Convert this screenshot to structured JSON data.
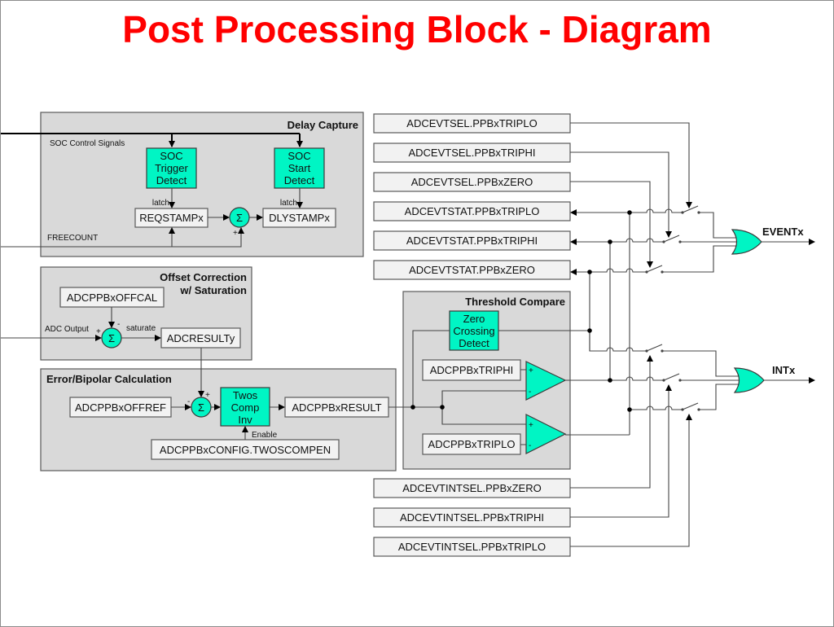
{
  "title": "Post Processing Block - Diagram",
  "delay_capture": {
    "title": "Delay Capture",
    "soc_control_signals": "SOC Control Signals",
    "freecount": "FREECOUNT",
    "soc_trigger_detect": [
      "SOC",
      "Trigger",
      "Detect"
    ],
    "soc_start_detect": [
      "SOC",
      "Start",
      "Detect"
    ],
    "latch": "latch",
    "reqstamp": "REQSTAMPx",
    "dlystamp": "DLYSTAMPx",
    "sigma": "Σ",
    "plus": "+"
  },
  "offset_correction": {
    "title_line1": "Offset Correction",
    "title_line2": "w/ Saturation",
    "offcal": "ADCPPBxOFFCAL",
    "adc_output": "ADC Output",
    "saturate": "saturate",
    "adcresult": "ADCRESULTy",
    "sigma": "Σ",
    "plus": "+",
    "minus": "-"
  },
  "error_bipolar": {
    "title": "Error/Bipolar Calculation",
    "offref": "ADCPPBxOFFREF",
    "sigma": "Σ",
    "plus": "+",
    "minus": "-",
    "twos_comp_inv": [
      "Twos",
      "Comp",
      "Inv"
    ],
    "result": "ADCPPBxRESULT",
    "config": "ADCPPBxCONFIG.TWOSCOMPEN",
    "enable": "Enable"
  },
  "threshold_compare": {
    "title": "Threshold Compare",
    "zero_crossing_detect": [
      "Zero",
      "Crossing",
      "Detect"
    ],
    "triphi": "ADCPPBxTRIPHI",
    "triplo": "ADCPPBxTRIPLO",
    "plus": "+",
    "minus": "-"
  },
  "registers": {
    "evtsel": [
      "ADCEVTSEL.PPBxTRIPLO",
      "ADCEVTSEL.PPBxTRIPHI",
      "ADCEVTSEL.PPBxZERO"
    ],
    "evtstat": [
      "ADCEVTSTAT.PPBxTRIPLO",
      "ADCEVTSTAT.PPBxTRIPHI",
      "ADCEVTSTAT.PPBxZERO"
    ],
    "evtintsel": [
      "ADCEVTINTSEL.PPBxZERO",
      "ADCEVTINTSEL.PPBxTRIPHI",
      "ADCEVTINTSEL.PPBxTRIPLO"
    ]
  },
  "outputs": {
    "event": "EVENTx",
    "int": "INTx"
  },
  "colors": {
    "title": "#ff0000",
    "logic_block": "#00f5c4",
    "group_background": "#d9d9d9",
    "register_background": "#f2f2f2"
  }
}
